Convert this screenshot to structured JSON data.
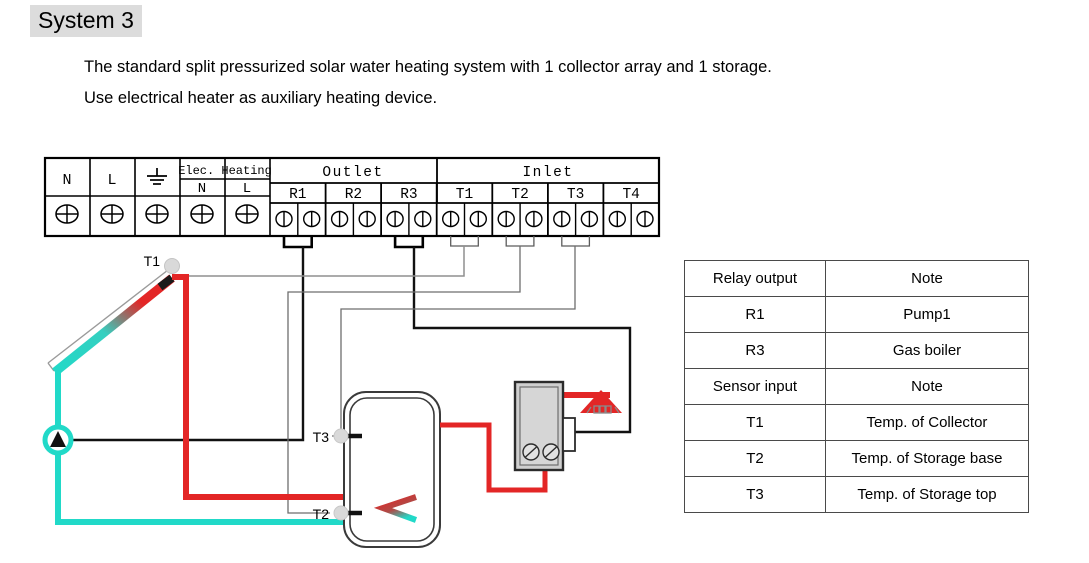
{
  "page": {
    "title": "System 3",
    "description_line1": "The standard split pressurized solar water heating system with 1 collector array and 1 storage.",
    "description_line2": "Use electrical heater as auxiliary heating device."
  },
  "terminal_block": {
    "power_terminals": [
      {
        "label": "N",
        "icon": "screw-cross-icon"
      },
      {
        "label": "L",
        "icon": "screw-cross-icon"
      },
      {
        "label": "",
        "icon": "earth-ground-icon"
      }
    ],
    "elec_heating": {
      "group_label": "Elec. Heating",
      "terminals": [
        {
          "label": "N",
          "icon": "screw-cross-icon"
        },
        {
          "label": "L",
          "icon": "screw-cross-icon"
        }
      ]
    },
    "outlet": {
      "group_label": "Outlet",
      "channels": [
        "R1",
        "R2",
        "R3"
      ]
    },
    "inlet": {
      "group_label": "Inlet",
      "channels": [
        "T1",
        "T2",
        "T3",
        "T4"
      ]
    }
  },
  "diagram_labels": {
    "collector_sensor": "T1",
    "storage_top_sensor": "T3",
    "storage_base_sensor": "T2"
  },
  "reference_table": {
    "rows": [
      {
        "key": "Relay output",
        "note": "Note"
      },
      {
        "key": "R1",
        "note": "Pump1"
      },
      {
        "key": "R3",
        "note": "Gas boiler"
      },
      {
        "key": "Sensor input",
        "note": "Note"
      },
      {
        "key": "T1",
        "note": "Temp. of Collector"
      },
      {
        "key": "T2",
        "note": "Temp. of Storage base"
      },
      {
        "key": "T3",
        "note": "Temp. of Storage top"
      }
    ]
  },
  "colors": {
    "hot_pipe": "#e32626",
    "cold_pipe": "#21d9c8",
    "wire": "#111111",
    "sensor_wire": "#8f8f8f",
    "title_highlight": "#dcdcdc",
    "device_body": "#cfcfcf"
  }
}
